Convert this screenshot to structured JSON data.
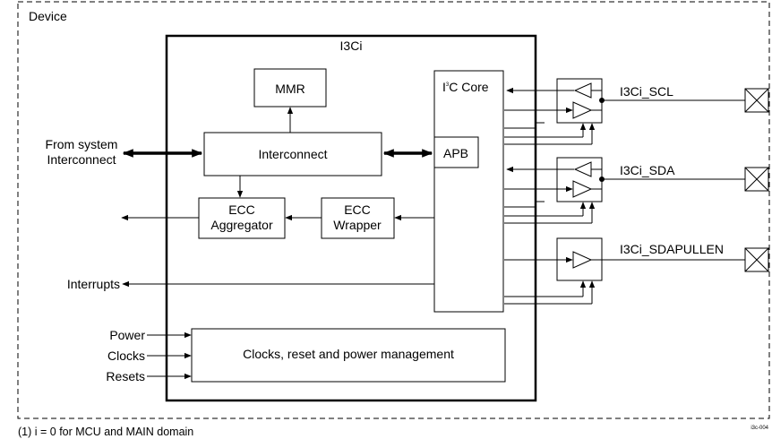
{
  "device_label": "Device",
  "i3ci_title": "I3Ci",
  "blocks": {
    "mmr": "MMR",
    "interconnect": "Interconnect",
    "ecc_aggregator_line1": "ECC",
    "ecc_aggregator_line2": "Aggregator",
    "ecc_wrapper_line1": "ECC",
    "ecc_wrapper_line2": "Wrapper",
    "i3c_core_prefix": "I",
    "i3c_core_sup": "3",
    "i3c_core_suffix": "C Core",
    "apb": "APB",
    "clocks_reset_power": "Clocks, reset and power management"
  },
  "external": {
    "from_system_line1": "From system",
    "from_system_line2": "Interconnect",
    "interrupts": "Interrupts",
    "power": "Power",
    "clocks": "Clocks",
    "resets": "Resets"
  },
  "pins": {
    "scl": "I3Ci_SCL",
    "sda": "I3Ci_SDA",
    "sdapullen": "I3Ci_SDAPULLEN"
  },
  "footnote": "(1)  i = 0 for MCU and MAIN domain",
  "figure_id": "i3c-004"
}
